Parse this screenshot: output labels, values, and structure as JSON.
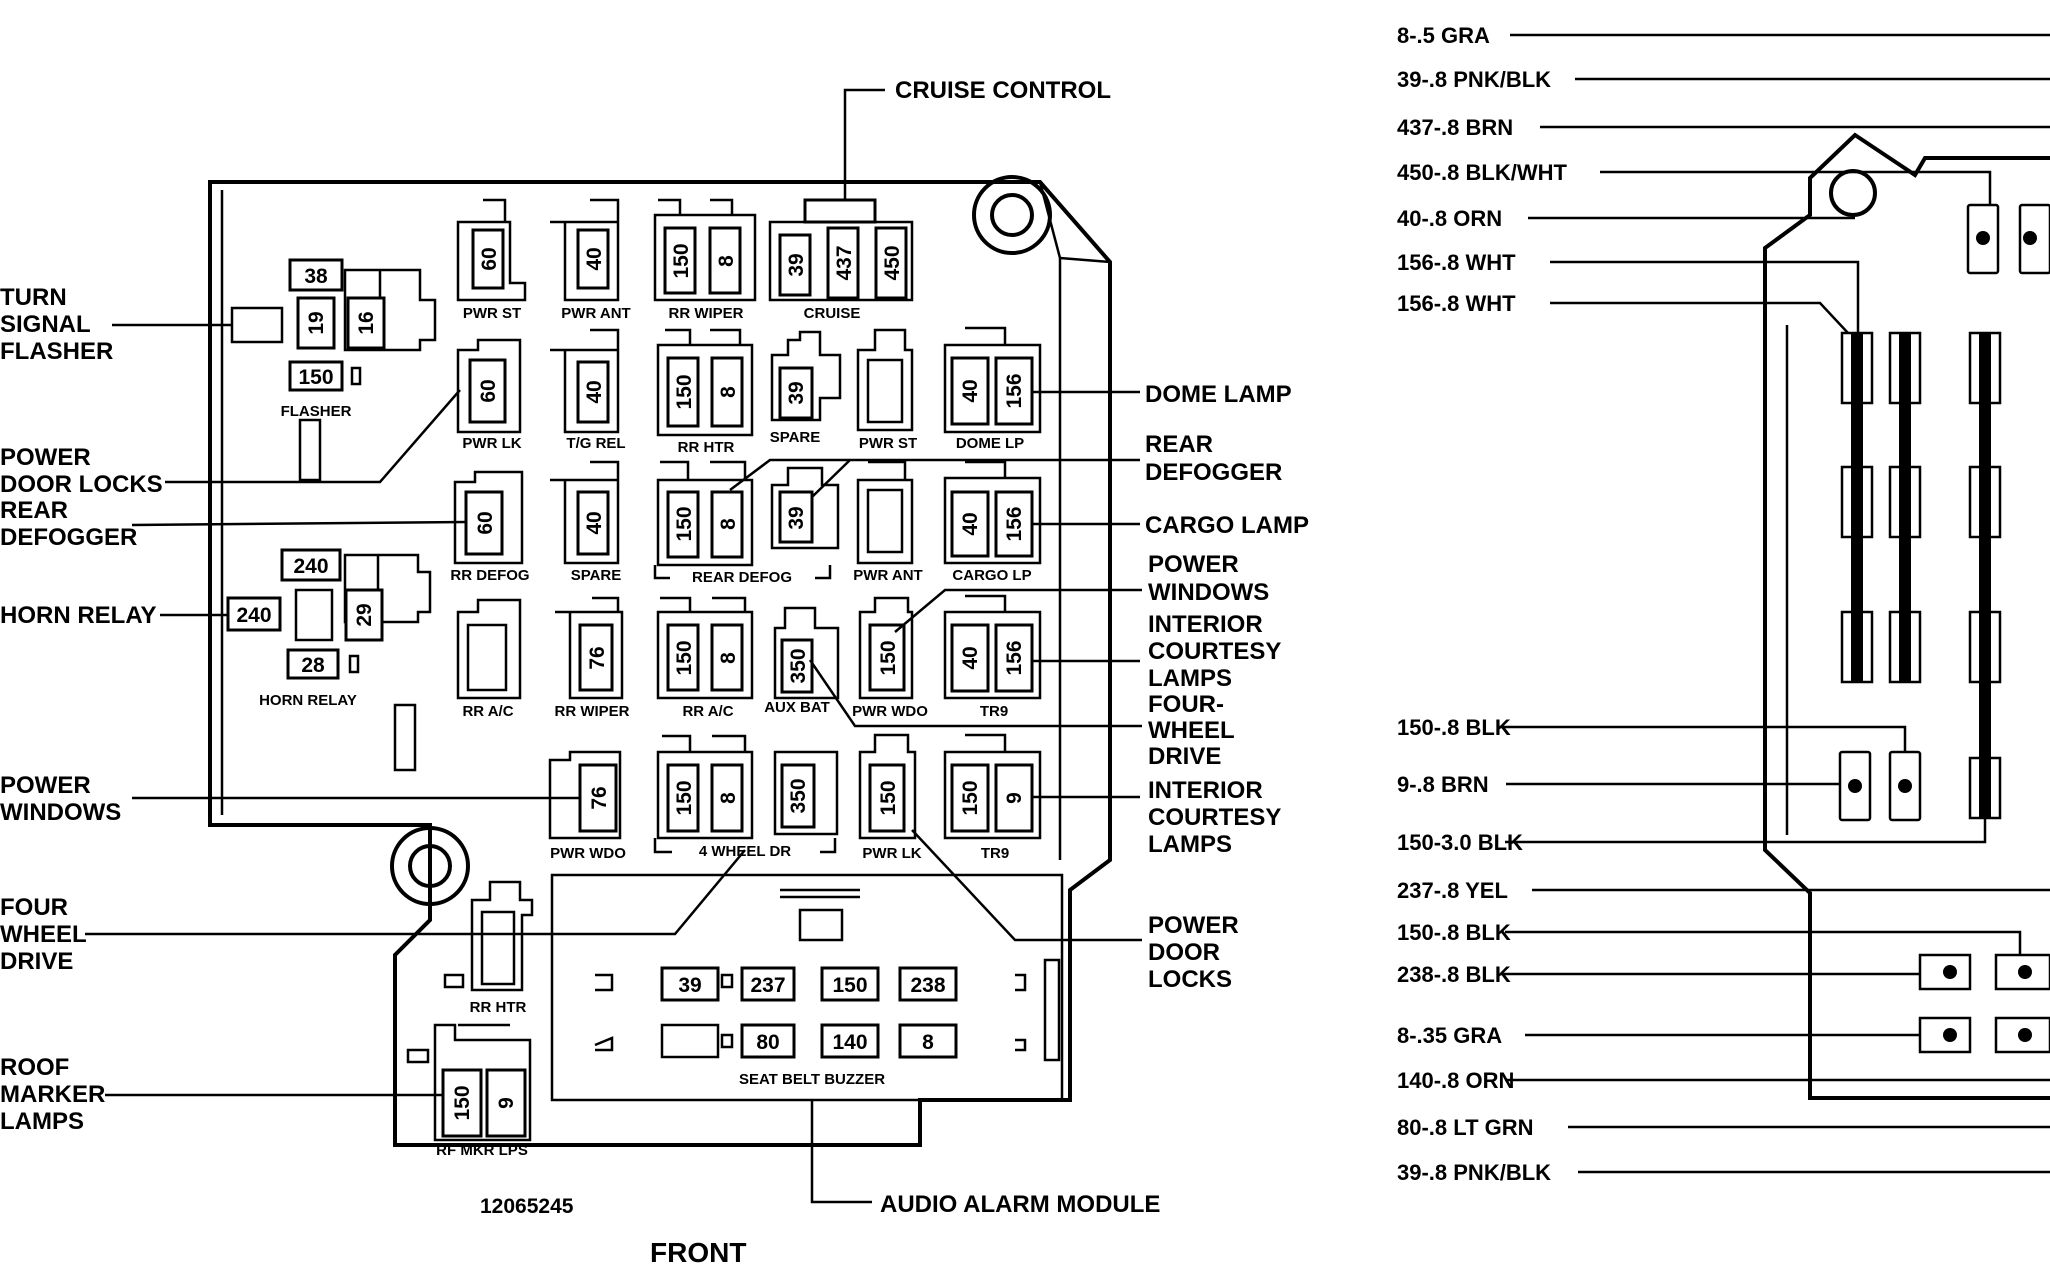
{
  "left_callouts": {
    "turn_signal": [
      "TURN",
      "SIGNAL",
      "FLASHER"
    ],
    "power_door_locks": [
      "POWER",
      "DOOR LOCKS"
    ],
    "rear_defogger": [
      "REAR",
      "DEFOGGER"
    ],
    "horn_relay": "HORN RELAY",
    "power_windows": [
      "POWER",
      "WINDOWS"
    ],
    "four_wheel_drive": [
      "FOUR",
      "WHEEL",
      "DRIVE"
    ],
    "roof_marker": [
      "ROOF",
      "MARKER",
      "LAMPS"
    ]
  },
  "right_callouts": {
    "cruise": "CRUISE CONTROL",
    "dome": "DOME LAMP",
    "rear_defogger": [
      "REAR",
      "DEFOGGER"
    ],
    "cargo": "CARGO LAMP",
    "power_windows": [
      "POWER",
      "WINDOWS"
    ],
    "interior1": [
      "INTERIOR",
      "COURTESY",
      "LAMPS"
    ],
    "four_wheel": [
      "FOUR-",
      "WHEEL",
      "DRIVE"
    ],
    "interior2": [
      "INTERIOR",
      "COURTESY",
      "LAMPS"
    ],
    "power_door": [
      "POWER",
      "DOOR",
      "LOCKS"
    ],
    "audio": "AUDIO ALARM MODULE"
  },
  "slot_labels": {
    "pwr_st_1": "PWR ST",
    "pwr_ant_1": "PWR ANT",
    "rr_wiper_1": "RR WIPER",
    "cruise": "CRUISE",
    "flasher": "FLASHER",
    "pwr_lk_1": "PWR LK",
    "tg_rel": "T/G REL",
    "rr_htr_1": "RR HTR",
    "spare_1": "SPARE",
    "pwr_st_2": "PWR ST",
    "dome_lp": "DOME LP",
    "rr_defog": "RR DEFOG",
    "spare_2": "SPARE",
    "rear_defog": "REAR DEFOG",
    "pwr_ant_2": "PWR ANT",
    "cargo_lp": "CARGO LP",
    "horn_relay": "HORN RELAY",
    "rr_ac_1": "RR A/C",
    "rr_wiper_2": "RR WIPER",
    "rr_ac_2": "RR A/C",
    "aux_bat": "AUX BAT",
    "pwr_wdo_1": "PWR WDO",
    "tr9_1": "TR9",
    "pwr_wdo_2": "PWR WDO",
    "four_wheel_dr": "4 WHEEL DR",
    "pwr_lk_2": "PWR LK",
    "tr9_2": "TR9",
    "rr_htr_2": "RR HTR",
    "rf_mkr": "RF MKR LPS",
    "seat_belt": "SEAT BELT BUZZER"
  },
  "fuse_numbers": {
    "r1": [
      "60",
      "40",
      "150",
      "8",
      "39",
      "437",
      "450"
    ],
    "flasher_block": [
      "38",
      "19",
      "16",
      "150"
    ],
    "r2": [
      "60",
      "40",
      "150",
      "8",
      "39",
      "40",
      "156"
    ],
    "r3": [
      "60",
      "40",
      "150",
      "8",
      "39",
      "40",
      "156"
    ],
    "horn_block": [
      "240",
      "240",
      "29",
      "28"
    ],
    "r4": [
      "76",
      "150",
      "8",
      "350",
      "150",
      "40",
      "156"
    ],
    "r5": [
      "76",
      "150",
      "8",
      "350",
      "150",
      "150",
      "9"
    ],
    "rf": [
      "150",
      "9"
    ],
    "buzzer_row1": [
      "39",
      "237",
      "150",
      "238"
    ],
    "buzzer_row2": [
      "80",
      "140",
      "8"
    ]
  },
  "part_number": "12065245",
  "front_label": "FRONT",
  "wires": [
    "8-.5 GRA",
    "39-.8 PNK/BLK",
    "437-.8 BRN",
    "450-.8 BLK/WHT",
    "40-.8 ORN",
    "156-.8 WHT",
    "156-.8 WHT",
    "150-.8 BLK",
    "9-.8 BRN",
    "150-3.0 BLK",
    "237-.8 YEL",
    "150-.8 BLK",
    "238-.8 BLK",
    "8-.35 GRA",
    "140-.8 ORN",
    "80-.8 LT GRN",
    "39-.8 PNK/BLK"
  ]
}
